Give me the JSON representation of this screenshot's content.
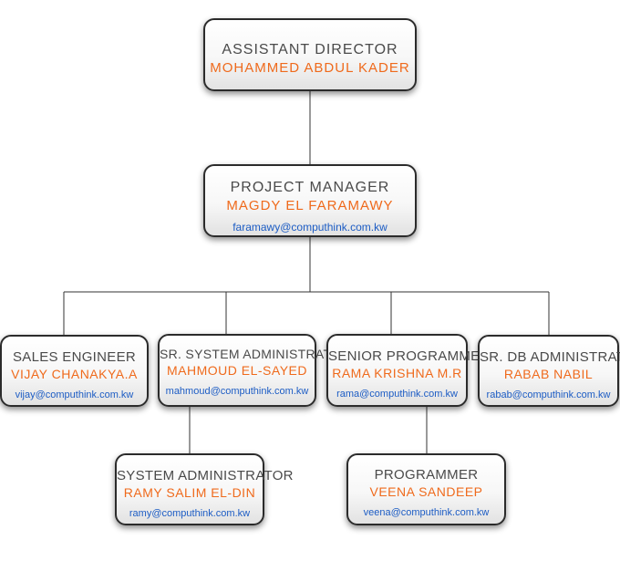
{
  "chart": {
    "assistant_director": {
      "title": "ASSISTANT DIRECTOR",
      "name": "MOHAMMED ABDUL KADER"
    },
    "project_manager": {
      "title": "PROJECT MANAGER",
      "name": "MAGDY EL FARAMAWY",
      "email": "faramawy@computhink.com.kw"
    },
    "sales_engineer": {
      "title": "SALES ENGINEER",
      "name": "VIJAY CHANAKYA.A",
      "email": "vijay@computhink.com.kw"
    },
    "sr_system_administrator": {
      "title": "SR. SYSTEM ADMINISTRATOR",
      "name": "MAHMOUD EL-SAYED",
      "email": "mahmoud@computhink.com.kw"
    },
    "senior_programmer": {
      "title": "SENIOR PROGRAMMER",
      "name": "RAMA KRISHNA M.R",
      "email": "rama@computhink.com.kw"
    },
    "sr_db_administrator": {
      "title": "SR. DB ADMINISTRATOR",
      "name": "RABAB NABIL",
      "email": "rabab@computhink.com.kw"
    },
    "system_administrator": {
      "title": "SYSTEM ADMINISTRATOR",
      "name": "RAMY SALIM EL-DIN",
      "email": "ramy@computhink.com.kw"
    },
    "programmer": {
      "title": "PROGRAMMER",
      "name": "VEENA SANDEEP",
      "email": "veena@computhink.com.kw"
    }
  }
}
